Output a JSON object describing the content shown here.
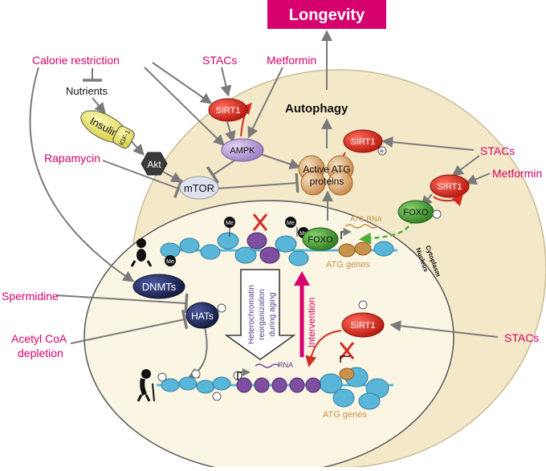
{
  "title": "Longevity",
  "labels": {
    "calorie_restriction": "Calorie restriction",
    "nutrients": "Nutrients",
    "stacs": "STACs",
    "metformin": "Metformin",
    "rapamycin": "Rapamycin",
    "spermidine": "Spermidine",
    "acetyl_coa_line1": "Acetyl CoA",
    "acetyl_coa_line2": "depletion",
    "autophagy": "Autophagy"
  },
  "nodes": {
    "sirt1": "SIRT1",
    "ampk": "AMPK",
    "insulin": "Insulin",
    "igf1": "IGF-1",
    "akt": "Akt",
    "mtor": "mTOR",
    "active_atg_line1": "Active ATG",
    "active_atg_line2": "proteins",
    "foxo": "FOXO",
    "dnmts": "DNMTs",
    "hats": "HATs"
  },
  "marks": {
    "me": "Me",
    "ac": "Ac"
  },
  "annotations": {
    "atg_rna": "ATG RNA",
    "atg_genes": "ATG genes",
    "rna": "RNA",
    "cytoplasm": "Cytoplasm",
    "nucleus": "Nucleus",
    "hetero_line1": "Heterochromatin",
    "hetero_line2": "reorganization",
    "hetero_line3": "during aging",
    "intervention": "Intervention"
  },
  "colors": {
    "magenta": "#d6006e",
    "cell": "#f3e8c8",
    "sirt1": "#d42a1f",
    "ampk": "#b79bd6",
    "foxo": "#3e9a2e",
    "navy": "#1c2452",
    "insulin": "#eeea72",
    "dna": "#5ab6d8",
    "histone_purple": "#7e4fa0",
    "histone_orange": "#c8924a"
  }
}
